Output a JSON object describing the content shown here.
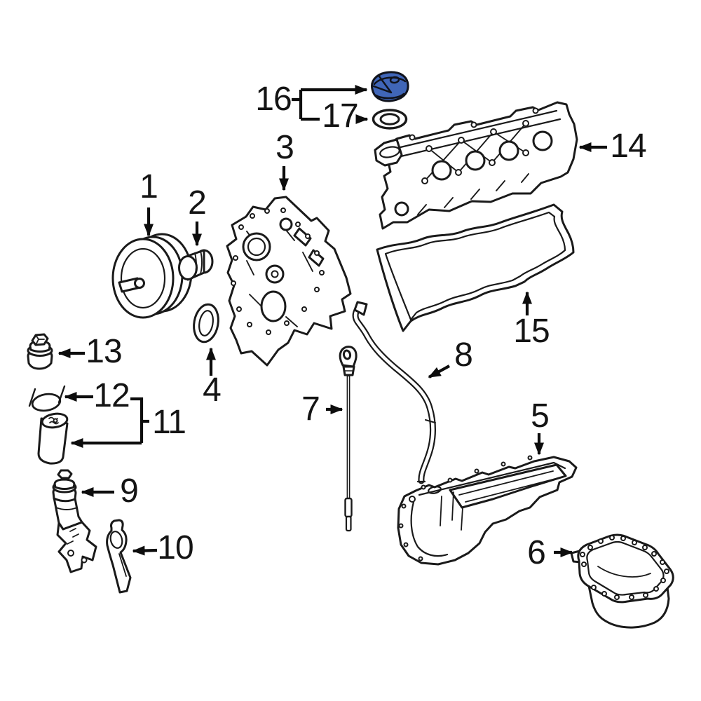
{
  "diagram": {
    "type": "exploded-parts-diagram",
    "subject": "engine-covers-oil-system",
    "background_color": "#ffffff",
    "line_color": "#1a1a1a",
    "highlight_color": "#4066b8",
    "highlighted_part_label": "16",
    "callouts": [
      {
        "label": "1",
        "part": "crankshaft-pulley"
      },
      {
        "label": "2",
        "part": "pulley-hub-spacer"
      },
      {
        "label": "3",
        "part": "engine-timing-cover"
      },
      {
        "label": "4",
        "part": "crankshaft-front-seal"
      },
      {
        "label": "5",
        "part": "upper-oil-pan"
      },
      {
        "label": "6",
        "part": "lower-oil-pan"
      },
      {
        "label": "7",
        "part": "engine-oil-dipstick"
      },
      {
        "label": "8",
        "part": "oil-dipstick-tube"
      },
      {
        "label": "9",
        "part": "oil-filter-housing"
      },
      {
        "label": "10",
        "part": "support-bracket"
      },
      {
        "label": "11",
        "part": "oil-filter-element"
      },
      {
        "label": "12",
        "part": "oil-filter-o-ring"
      },
      {
        "label": "13",
        "part": "oil-filter-cap"
      },
      {
        "label": "14",
        "part": "valve-cover"
      },
      {
        "label": "15",
        "part": "valve-cover-gasket"
      },
      {
        "label": "16",
        "part": "oil-filler-cap"
      },
      {
        "label": "17",
        "part": "oil-filler-cap-gasket"
      }
    ]
  }
}
